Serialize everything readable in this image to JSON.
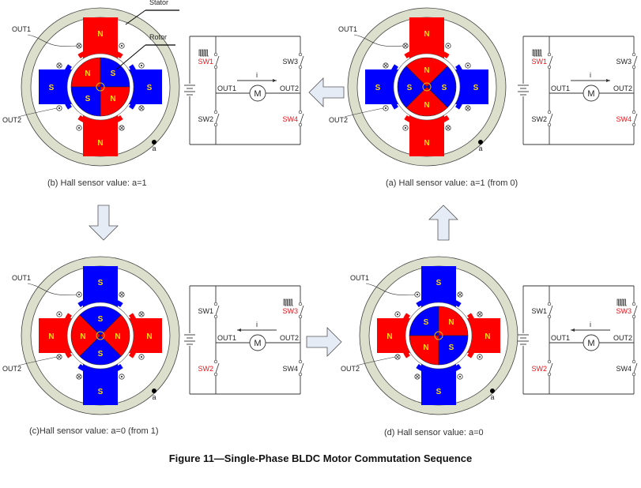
{
  "colors": {
    "north": "#ff0000",
    "south": "#0000ff",
    "stator_ring": "#dcdfcc",
    "pole_label": "#ffdd00",
    "active_switch": "#e8141b",
    "arrow_fill": "#e6ecf6",
    "line": "#333333"
  },
  "labels": {
    "stator": "Stator",
    "rotor": "Rotor",
    "out1": "OUT1",
    "out2": "OUT2",
    "hall": "a",
    "motor": "M",
    "current": "i",
    "north": "N",
    "south": "S"
  },
  "panels": [
    {
      "id": "b",
      "caption": "(b) Hall sensor value: a=1",
      "stator": {
        "top": "N",
        "bottom": "N",
        "left": "S",
        "right": "S"
      },
      "rotor_layout": "quadrant",
      "rotor": [
        "N",
        "S",
        "N",
        "S"
      ],
      "switches": {
        "SW1": "active-pwm",
        "SW2": "off",
        "SW3": "off",
        "SW4": "active"
      },
      "current_direction": "OUT1 to OUT2",
      "show_stator_rotor_callouts": true
    },
    {
      "id": "a",
      "caption": "(a) Hall sensor value: a=1 (from 0)",
      "stator": {
        "top": "N",
        "bottom": "N",
        "left": "S",
        "right": "S"
      },
      "rotor_layout": "diagonal",
      "rotor": [
        "N",
        "S",
        "N",
        "S"
      ],
      "switches": {
        "SW1": "active-pwm",
        "SW2": "off",
        "SW3": "off",
        "SW4": "active"
      },
      "current_direction": "OUT1 to OUT2",
      "show_stator_rotor_callouts": false
    },
    {
      "id": "c",
      "caption": "(c)Hall sensor value: a=0 (from 1)",
      "stator": {
        "top": "S",
        "bottom": "S",
        "left": "N",
        "right": "N"
      },
      "rotor_layout": "diagonal",
      "rotor": [
        "S",
        "N",
        "S",
        "N"
      ],
      "switches": {
        "SW1": "off",
        "SW2": "active",
        "SW3": "active-pwm",
        "SW4": "off"
      },
      "current_direction": "OUT2 to OUT1",
      "show_stator_rotor_callouts": false
    },
    {
      "id": "d",
      "caption": "(d) Hall sensor value: a=0",
      "stator": {
        "top": "S",
        "bottom": "S",
        "left": "N",
        "right": "N"
      },
      "rotor_layout": "quadrant",
      "rotor": [
        "S",
        "N",
        "S",
        "N"
      ],
      "switches": {
        "SW1": "off",
        "SW2": "active",
        "SW3": "active-pwm",
        "SW4": "off"
      },
      "current_direction": "OUT2 to OUT1",
      "show_stator_rotor_callouts": false
    }
  ],
  "sequence_arrows": [
    {
      "from": "a",
      "to": "b",
      "direction": "left"
    },
    {
      "from": "b",
      "to": "c",
      "direction": "down"
    },
    {
      "from": "c",
      "to": "d",
      "direction": "right"
    },
    {
      "from": "d",
      "to": "a",
      "direction": "up"
    }
  ],
  "figure_title": "Figure 11—Single-Phase BLDC Motor Commutation Sequence"
}
